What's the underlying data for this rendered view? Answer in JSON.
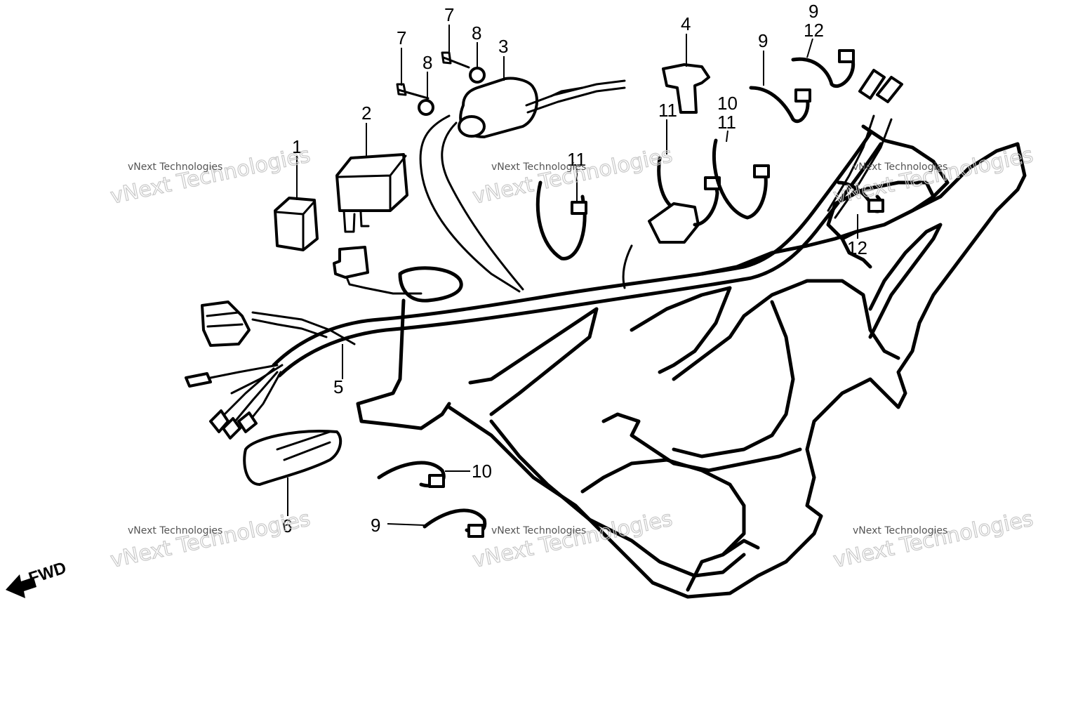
{
  "diagram": {
    "direction_label": "FWD",
    "callouts": [
      {
        "id": "c1",
        "text": "1"
      },
      {
        "id": "c2",
        "text": "2"
      },
      {
        "id": "c3",
        "text": "3"
      },
      {
        "id": "c4",
        "text": "4"
      },
      {
        "id": "c5",
        "text": "5"
      },
      {
        "id": "c6",
        "text": "6"
      },
      {
        "id": "c7a",
        "text": "7"
      },
      {
        "id": "c7b",
        "text": "7"
      },
      {
        "id": "c8a",
        "text": "8"
      },
      {
        "id": "c8b",
        "text": "8"
      },
      {
        "id": "c9a",
        "text": "9"
      },
      {
        "id": "c9b",
        "text": "9"
      },
      {
        "id": "c9c",
        "text": "9"
      },
      {
        "id": "c10a",
        "text": "10"
      },
      {
        "id": "c10b",
        "text": "10"
      },
      {
        "id": "c11a",
        "text": "11"
      },
      {
        "id": "c11b",
        "text": "11"
      },
      {
        "id": "c11c",
        "text": "11"
      },
      {
        "id": "c12a",
        "text": "12"
      },
      {
        "id": "c12b",
        "text": "12"
      }
    ]
  },
  "watermark": {
    "small": "vNext Technologies",
    "large": "vNext Technologies"
  }
}
